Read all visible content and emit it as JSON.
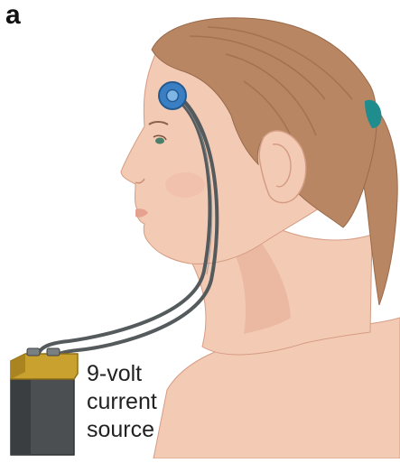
{
  "figure": {
    "panel_label": "a",
    "battery_label_lines": [
      "9-volt",
      "current",
      "source"
    ],
    "colors": {
      "skin": "#f3cbb5",
      "skin_shadow": "#e6ae95",
      "hair": "#b88663",
      "hair_dark": "#9a6a4a",
      "hair_tie": "#1f8c8e",
      "electrode_outer": "#3a7fc4",
      "electrode_inner": "#7fb6e6",
      "wire": "#555a5c",
      "battery_top": "#c8a12e",
      "battery_body": "#4b4f52"
    }
  }
}
